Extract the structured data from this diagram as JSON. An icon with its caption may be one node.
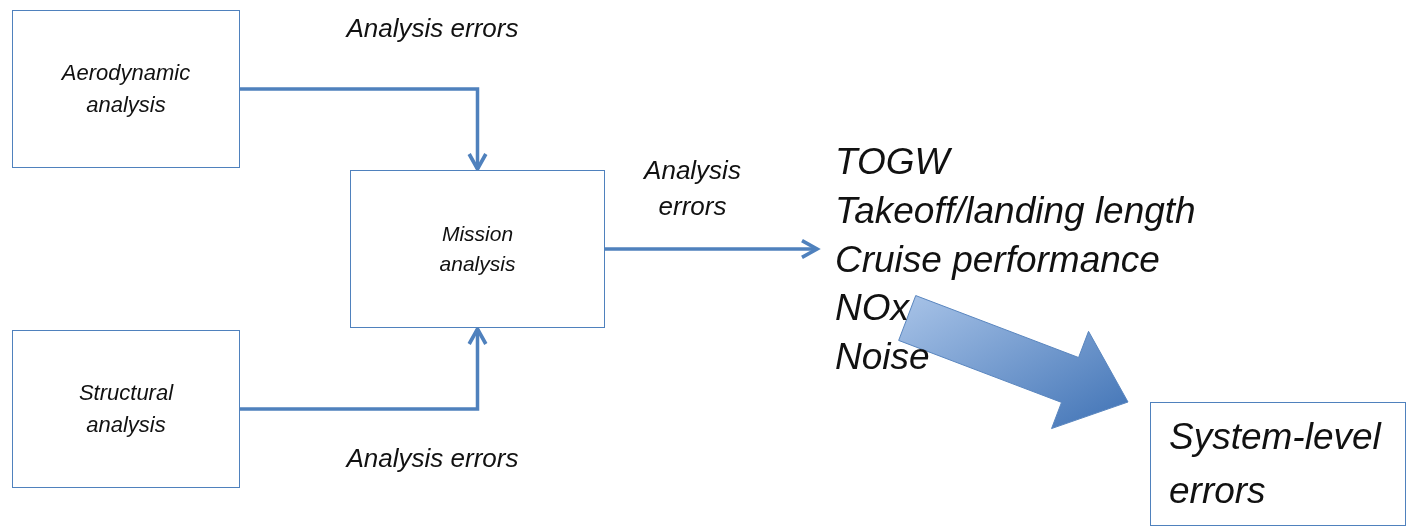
{
  "diagram": {
    "nodes": [
      {
        "text": [
          "Aerodynamic analysis"
        ]
      },
      {
        "text": [
          "Mission analysis"
        ]
      },
      {
        "text": [
          "Structural analysis"
        ]
      },
      {
        "text": [
          "TOGW",
          "Takeoff/landing length",
          "Cruise performance",
          "NOx",
          "Noise"
        ]
      },
      {
        "text": [
          "System-level errors"
        ]
      }
    ],
    "edges": [
      {
        "from": 0,
        "to": 1,
        "arrow": "to",
        "label": "Analysis errors"
      },
      {
        "from": 2,
        "to": 1,
        "arrow": "to",
        "label": "Analysis errors"
      },
      {
        "from": 1,
        "to": 3,
        "arrow": "to",
        "label": "Analysis errors"
      },
      {
        "from": 3,
        "to": 4,
        "arrow": "to",
        "style": "thick"
      }
    ]
  }
}
